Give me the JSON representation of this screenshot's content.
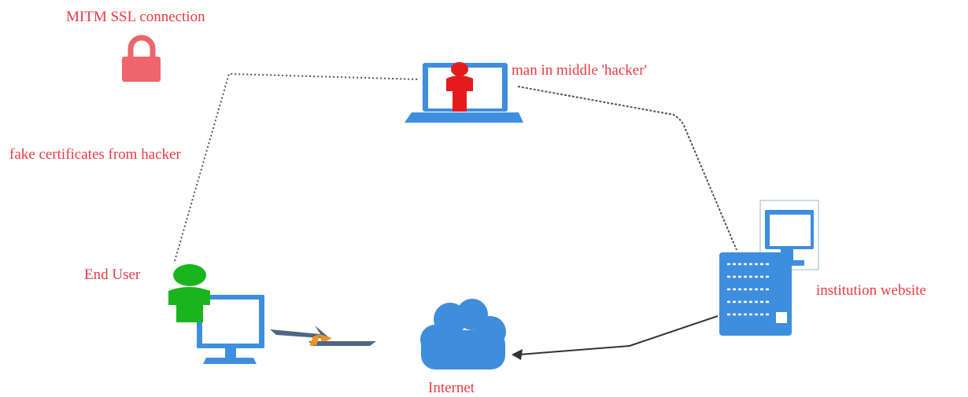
{
  "labels": {
    "title": "MITM SSL connection",
    "hacker": "man in middle 'hacker'",
    "fake_certificates": "fake certificates from hacker",
    "end_user": "End User",
    "institution": "institution website",
    "internet": "Internet"
  },
  "colors": {
    "label_text": "#e8202a",
    "lock": "#f0646c",
    "hacker_figure": "#e51b1b",
    "end_user_figure": "#1ab51e",
    "device_blue": "#3e8ee0",
    "device_screen": "#ffffff",
    "cloud": "#3f8ddd",
    "lightning_dark": "#4d6880",
    "lightning_orange": "#f0921e",
    "dotted_line": "#555555",
    "arrow_line": "#333333"
  },
  "icons": {
    "lock": "lock-icon",
    "hacker": "hacker-laptop-icon",
    "end_user": "end-user-workstation-icon",
    "server": "server-rack-icon",
    "cloud": "internet-cloud-icon",
    "lightning": "lightning-connection-icon"
  }
}
